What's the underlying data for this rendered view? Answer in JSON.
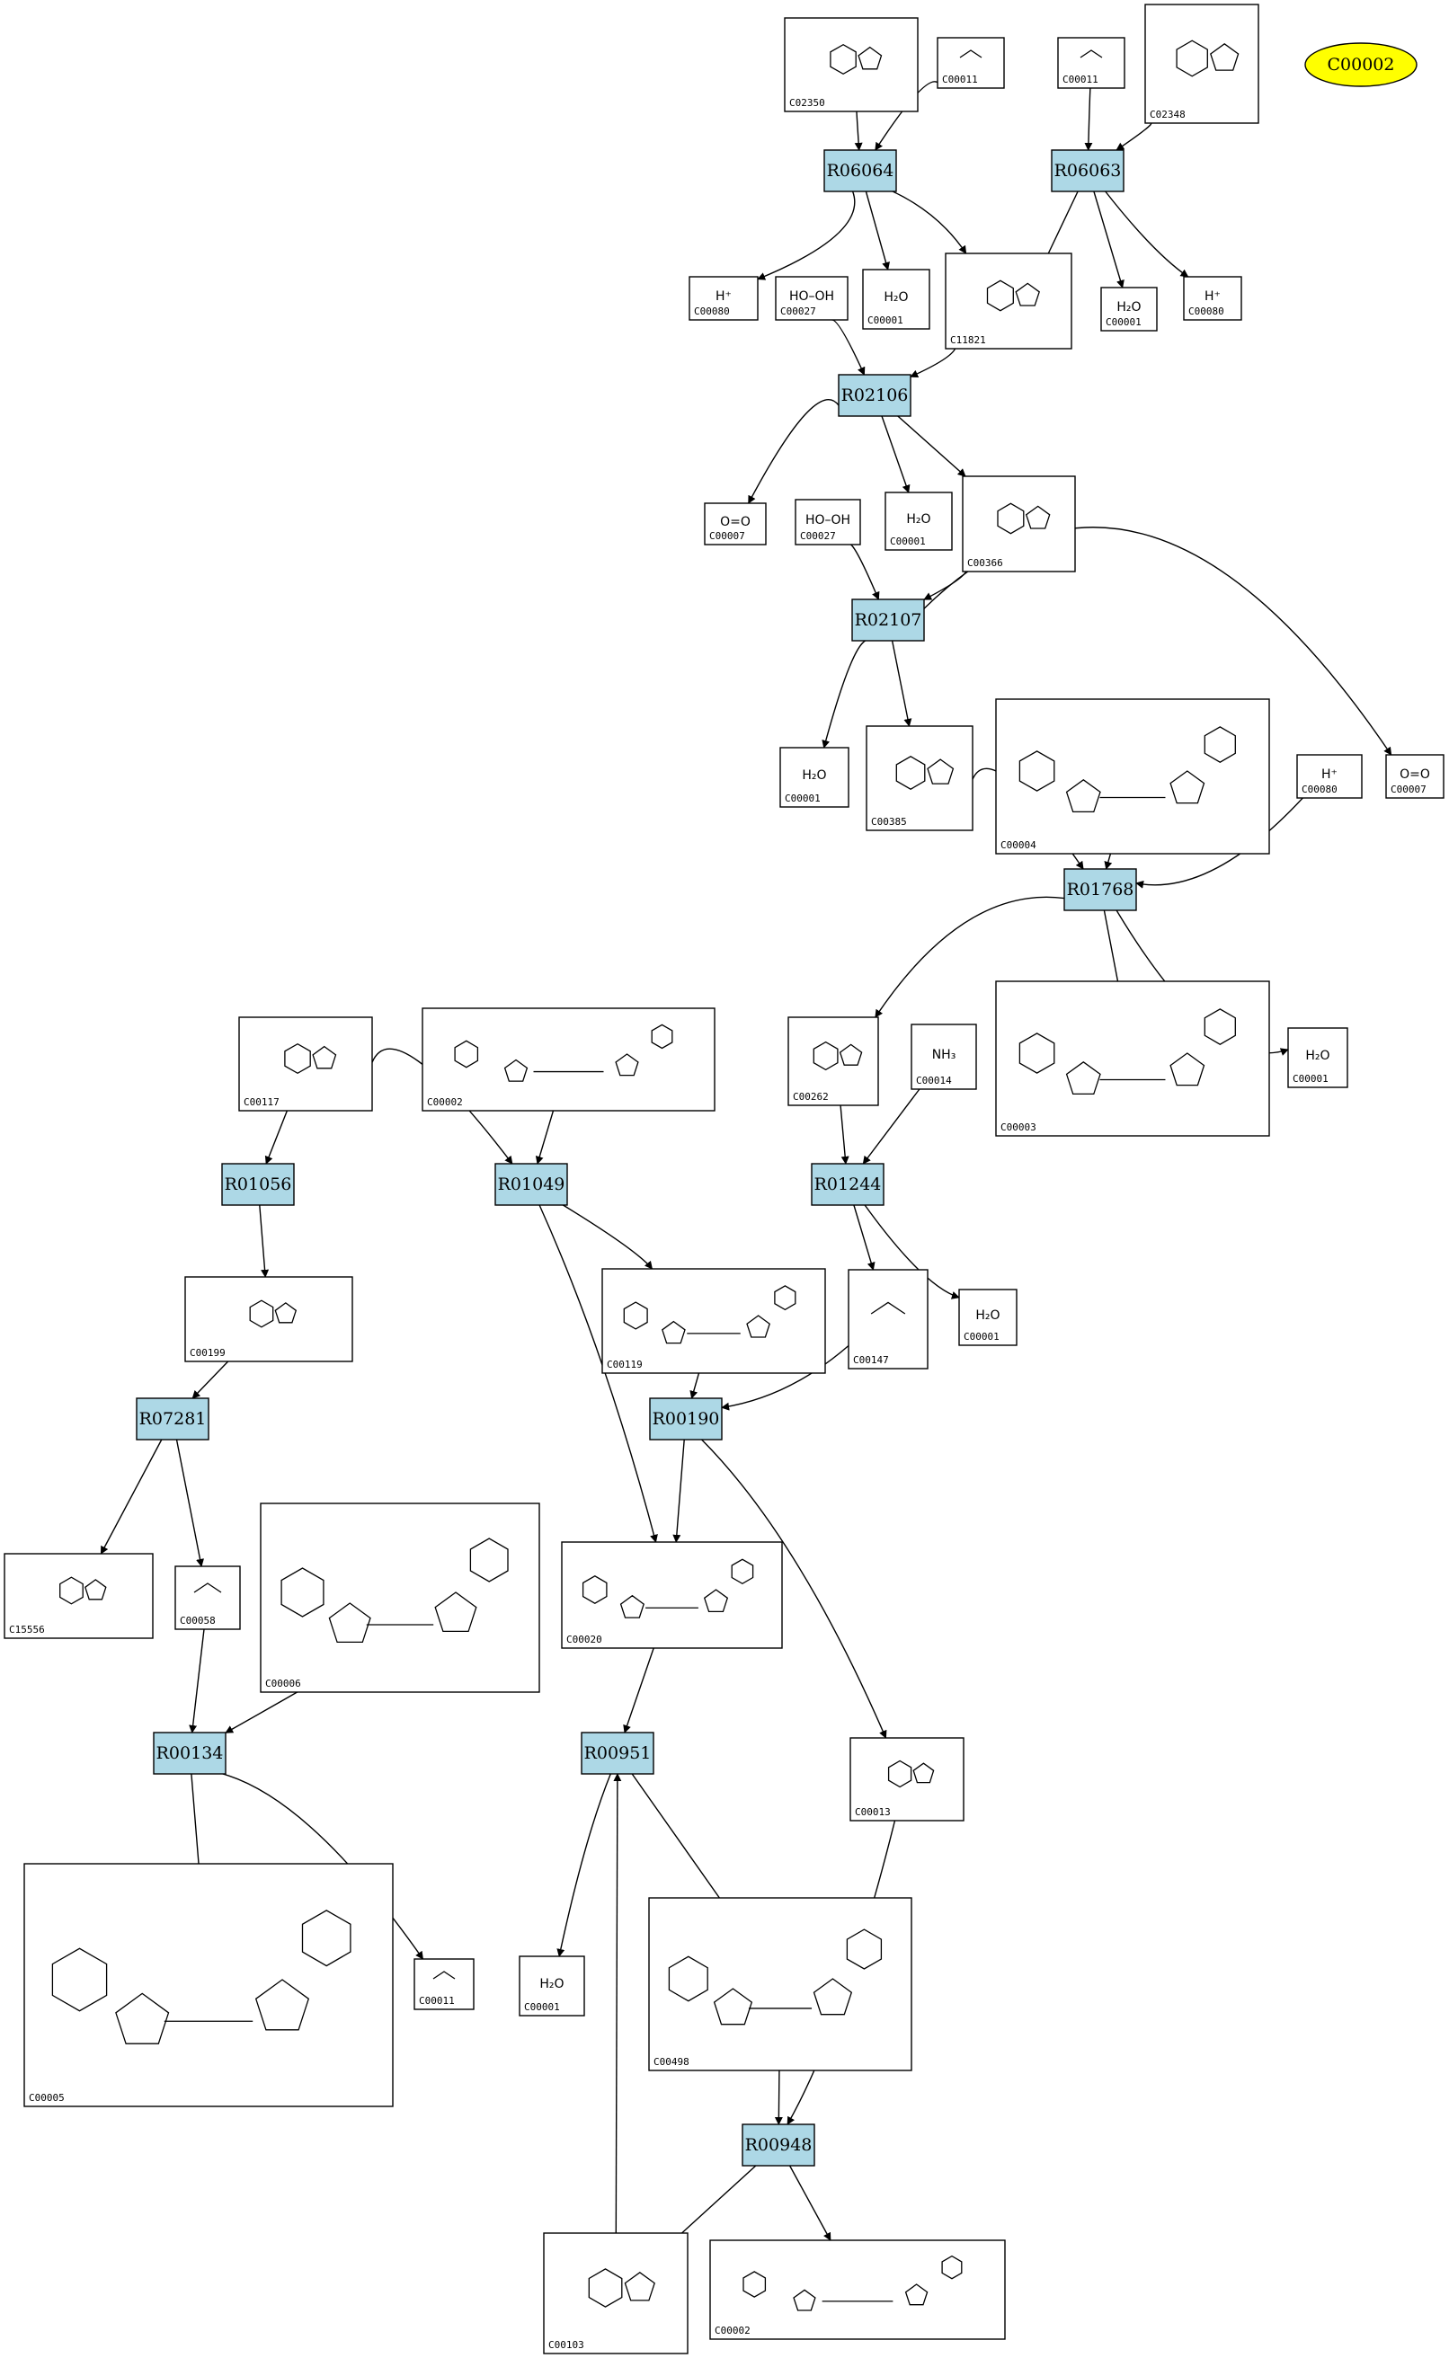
{
  "highlight": "C00002",
  "reactions": [
    "R06064",
    "R06063",
    "R02106",
    "R02107",
    "R01768",
    "R01056",
    "R01049",
    "R01244",
    "R07281",
    "R00190",
    "R00134",
    "R00951",
    "R00948"
  ],
  "compounds": [
    {
      "id": "C02350",
      "formula": ""
    },
    {
      "id": "C00011",
      "formula": ""
    },
    {
      "id": "C00011",
      "formula": ""
    },
    {
      "id": "C02348",
      "formula": ""
    },
    {
      "id": "C00080",
      "formula": "H⁺"
    },
    {
      "id": "C00027",
      "formula": "HO–OH"
    },
    {
      "id": "C00001",
      "formula": "H₂O"
    },
    {
      "id": "C11821",
      "formula": ""
    },
    {
      "id": "C00001",
      "formula": "H₂O"
    },
    {
      "id": "C00080",
      "formula": "H⁺"
    },
    {
      "id": "C00007",
      "formula": "O=O"
    },
    {
      "id": "C00027",
      "formula": "HO–OH"
    },
    {
      "id": "C00001",
      "formula": "H₂O"
    },
    {
      "id": "C00366",
      "formula": ""
    },
    {
      "id": "C00001",
      "formula": "H₂O"
    },
    {
      "id": "C00385",
      "formula": ""
    },
    {
      "id": "C00004",
      "formula": ""
    },
    {
      "id": "C00080",
      "formula": "H⁺"
    },
    {
      "id": "C00007",
      "formula": "O=O"
    },
    {
      "id": "C00117",
      "formula": ""
    },
    {
      "id": "C00002",
      "formula": ""
    },
    {
      "id": "C00262",
      "formula": ""
    },
    {
      "id": "C00014",
      "formula": "NH₃"
    },
    {
      "id": "C00003",
      "formula": ""
    },
    {
      "id": "C00001",
      "formula": "H₂O"
    },
    {
      "id": "C00199",
      "formula": ""
    },
    {
      "id": "C00119",
      "formula": ""
    },
    {
      "id": "C00147",
      "formula": ""
    },
    {
      "id": "C00001",
      "formula": "H₂O"
    },
    {
      "id": "C15556",
      "formula": ""
    },
    {
      "id": "C00058",
      "formula": ""
    },
    {
      "id": "C00006",
      "formula": ""
    },
    {
      "id": "C00020",
      "formula": ""
    },
    {
      "id": "C00013",
      "formula": ""
    },
    {
      "id": "C00005",
      "formula": ""
    },
    {
      "id": "C00011",
      "formula": ""
    },
    {
      "id": "C00001",
      "formula": "H₂O"
    },
    {
      "id": "C00498",
      "formula": ""
    },
    {
      "id": "C00103",
      "formula": ""
    },
    {
      "id": "C00002",
      "formula": ""
    }
  ]
}
